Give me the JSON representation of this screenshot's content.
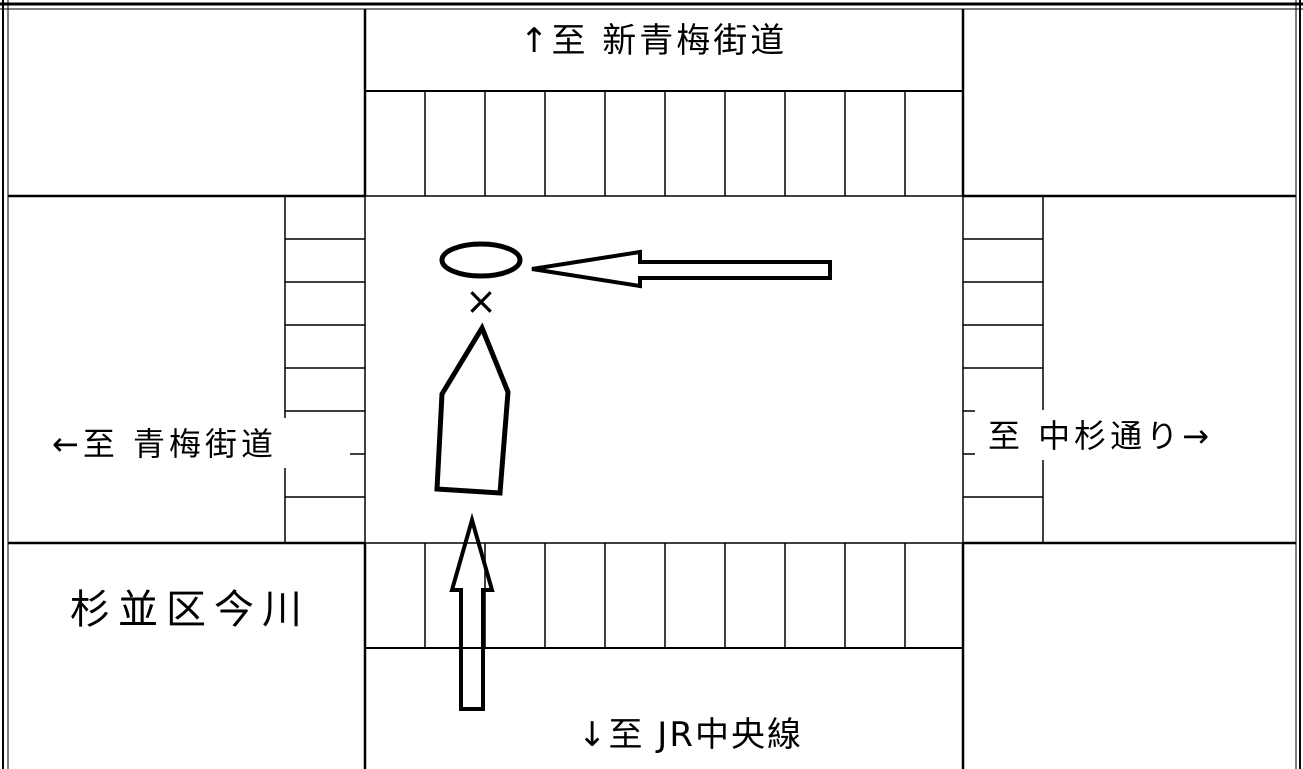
{
  "labels": {
    "north": "↑至 新青梅街道",
    "west": "←至 青梅街道",
    "east": "至 中杉通り→",
    "south": "↓至 JR中央線",
    "area": "杉並区今川"
  },
  "markers": {
    "cross": "×"
  },
  "colors": {
    "line": "#000000",
    "background": "#ffffff"
  }
}
